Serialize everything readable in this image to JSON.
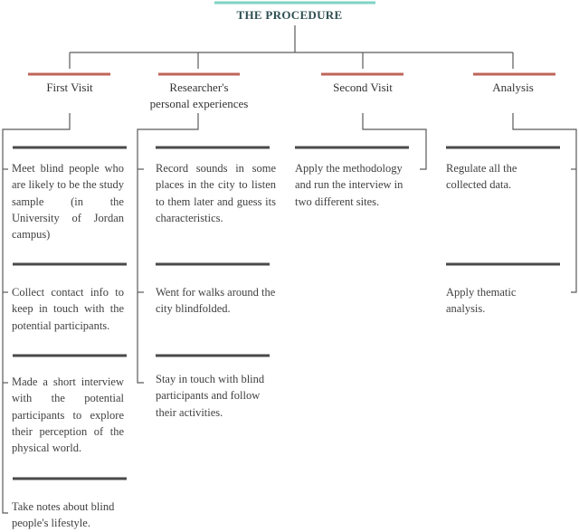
{
  "title": "THE PROCEDURE",
  "columns": [
    {
      "label": "First Visit",
      "items": [
        "Meet blind people who are likely to be the study sample (in the University of Jordan campus)",
        "Collect contact info to keep in touch with the potential participants.",
        "Made a short interview with the potential participants to explore their perception of the physical world.",
        "Take notes about blind people's lifestyle."
      ]
    },
    {
      "label_line1": "Researcher's",
      "label_line2": "personal experiences",
      "items": [
        "Record sounds in some places in the city to listen to them later and guess its characteristics.",
        "Went for walks around the city blindfolded.",
        "Stay in touch with blind participants and follow their activities."
      ]
    },
    {
      "label": "Second Visit",
      "items": [
        "Apply the methodology and run the interview in two different sites."
      ]
    },
    {
      "label": "Analysis",
      "items": [
        "Regulate all the collected data.",
        "Apply thematic analysis."
      ]
    }
  ],
  "colors": {
    "title_bar": "#7fd3c6",
    "header_bar": "#c0655a",
    "item_bar": "#4a4a4a",
    "connector": "#5a5a5a",
    "title_text": "#2e4e52"
  }
}
